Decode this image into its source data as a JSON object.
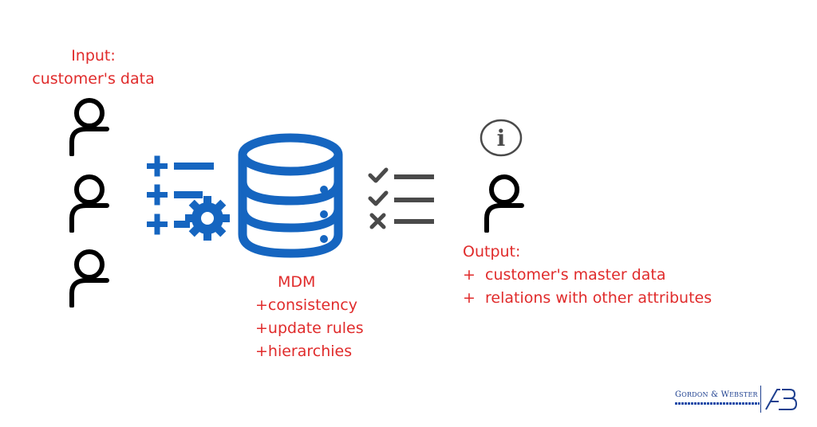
{
  "input": {
    "title": "Input:",
    "subtitle": "customer's data"
  },
  "mdm": {
    "title": "MDM",
    "features": [
      "+consistency",
      "+update rules",
      "+hierarchies"
    ]
  },
  "output": {
    "title": "Output:",
    "items": [
      "+  customer's master data",
      "+  relations with other attributes"
    ]
  },
  "info_symbol": "i",
  "logo": {
    "company_initial_1": "G",
    "company_rest_1": "ORDON",
    "amp": " & ",
    "company_initial_2": "W",
    "company_rest_2": "EBSTER",
    "monogram": "AB"
  },
  "colors": {
    "accent_blue": "#1565c0",
    "label_red": "#e02b2b",
    "icon_gray": "#4a4a4a",
    "logo_blue": "#1d3f8f"
  },
  "icons": [
    "person-icon",
    "list-settings-icon",
    "database-icon",
    "checklist-icon",
    "info-icon",
    "logo-monogram"
  ]
}
